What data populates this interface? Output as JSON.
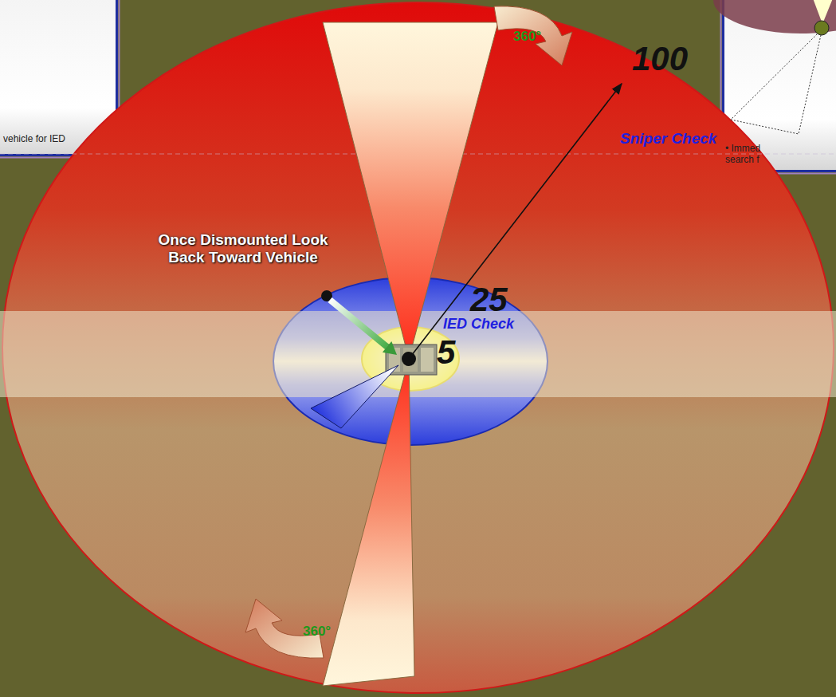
{
  "diagram": {
    "nodes": [
      {
        "text": [
          "vehicle for IED"
        ]
      },
      {
        "text": [
          "• Immed search f"
        ]
      },
      {
        "text": [
          "100",
          "Sniper Check"
        ]
      },
      {
        "text": [
          "25",
          "IED Check"
        ],
        "in": 2
      },
      {
        "text": [
          "5"
        ],
        "in": 3
      }
    ],
    "labels": [
      "360°",
      "360°",
      "Once Dismounted Look Back Toward Vehicle"
    ]
  }
}
